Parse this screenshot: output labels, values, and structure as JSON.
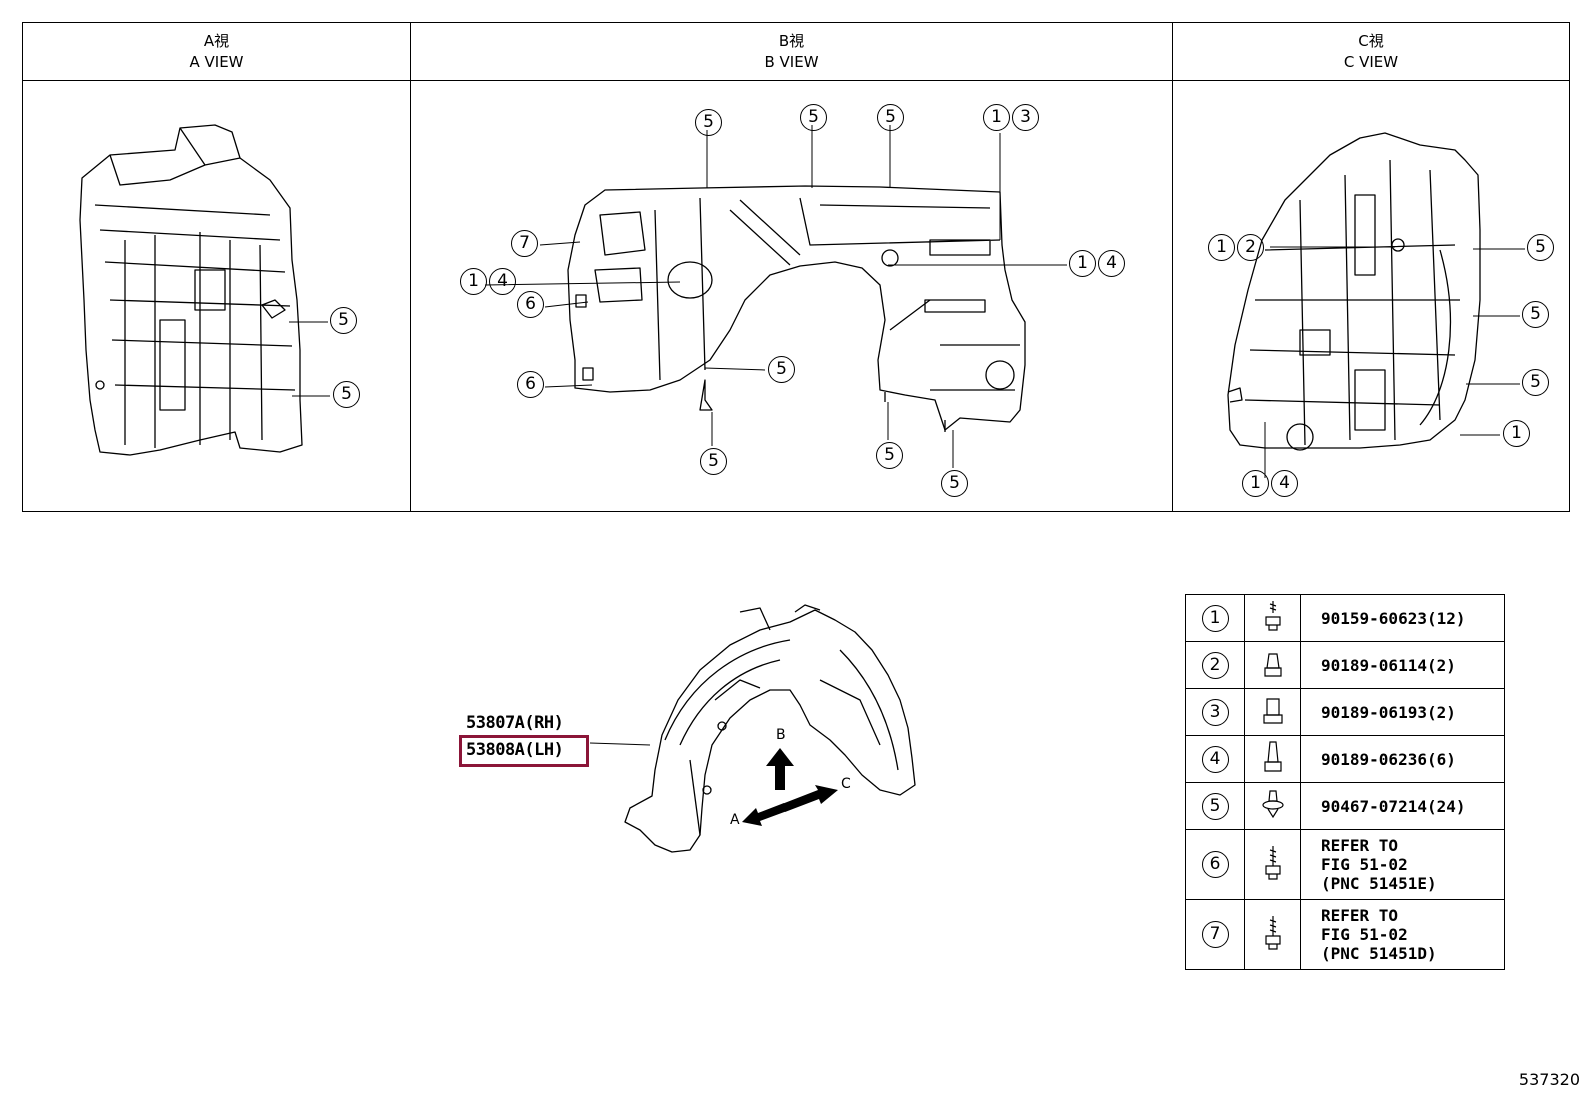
{
  "views": [
    {
      "label_jp": "A視",
      "label_en": "A VIEW"
    },
    {
      "label_jp": "B視",
      "label_en": "B VIEW"
    },
    {
      "label_jp": "C視",
      "label_en": "C VIEW"
    }
  ],
  "callouts": {
    "a_view": [
      "5",
      "5"
    ],
    "b_view": [
      "5",
      "5",
      "5",
      "1",
      "3",
      "7",
      "1",
      "4",
      "1",
      "4",
      "6",
      "6",
      "5",
      "5",
      "5",
      "5"
    ],
    "c_view": [
      "1",
      "2",
      "5",
      "5",
      "5",
      "1",
      "1",
      "4"
    ]
  },
  "part_codes": {
    "rh": "53807A(RH)",
    "lh": "53808A(LH)"
  },
  "direction_labels": {
    "a": "A",
    "b": "B",
    "c": "C"
  },
  "parts_table": [
    {
      "num": "1",
      "icon": "bolt-screw-icon",
      "lines": [
        "90159-60623(12)"
      ]
    },
    {
      "num": "2",
      "icon": "nut-cap-icon",
      "lines": [
        "90189-06114(2)"
      ]
    },
    {
      "num": "3",
      "icon": "square-nut-icon",
      "lines": [
        "90189-06193(2)"
      ]
    },
    {
      "num": "4",
      "icon": "tall-nut-icon",
      "lines": [
        "90189-06236(6)"
      ]
    },
    {
      "num": "5",
      "icon": "push-clip-icon",
      "lines": [
        "90467-07214(24)"
      ]
    },
    {
      "num": "6",
      "icon": "screw-icon",
      "lines": [
        "REFER TO",
        "FIG 51-02",
        "(PNC 51451E)"
      ]
    },
    {
      "num": "7",
      "icon": "screw-icon",
      "lines": [
        "REFER TO",
        "FIG 51-02",
        "(PNC 51451D)"
      ]
    }
  ],
  "figure_number": "537320",
  "highlight_color": "#8b1538"
}
